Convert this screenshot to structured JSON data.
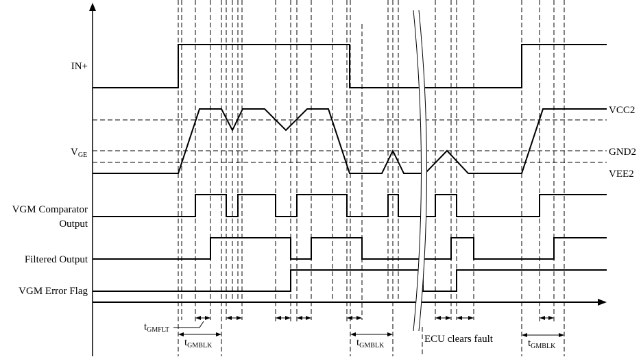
{
  "signals": {
    "in_plus": "IN+",
    "vge_base": "V",
    "vge_sub": "GE",
    "comparator_line1": "VGM Comparator",
    "comparator_line2": "Output",
    "filtered": "Filtered Output",
    "error_flag": "VGM Error Flag"
  },
  "levels": {
    "vcc2": "VCC2",
    "gnd2": "GND2",
    "vee2": "VEE2"
  },
  "timing": {
    "t_base": "t",
    "gmflt_sub": "GMFLT",
    "gmblk_sub": "GMBLK"
  },
  "annotation": {
    "ecu_clears_fault": "ECU clears fault"
  }
}
